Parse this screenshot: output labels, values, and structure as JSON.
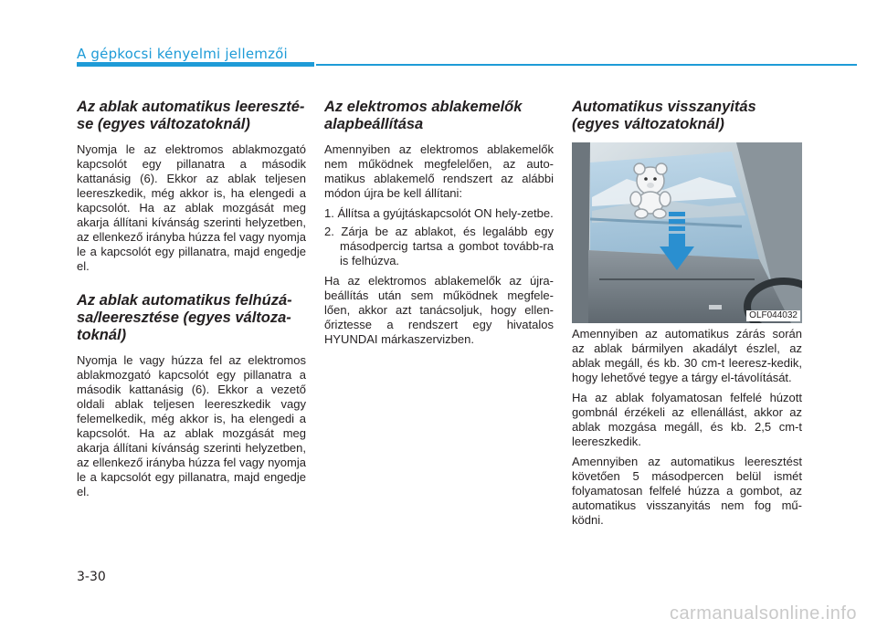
{
  "header": {
    "section_title": "A gépkocsi kényelmi jellemzői"
  },
  "col1": {
    "h1": "Az ablak automatikus leereszté-se (egyes változatoknál)",
    "p1": "Nyomja le az elektromos ablakmozgató kapcsolót egy pillanatra a második kattanásig (6). Ekkor az ablak teljesen leereszkedik, még akkor is, ha elengedi a kapcsolót. Ha az ablak mozgását meg akarja állítani kívánság szerinti helyzetben, az ellenkező irányba húzza fel vagy nyomja le a kapcsolót egy pillanatra, majd engedje el.",
    "h2": "Az ablak automatikus felhúzá-sa/leeresztése (egyes változa-toknál)",
    "p2": "Nyomja le vagy húzza fel az elektromos ablakmozgató kapcsolót egy pillanatra a második kattanásig (6). Ekkor a vezető oldali ablak teljesen leereszkedik vagy felemelkedik, még akkor is, ha elengedi a kapcsolót. Ha az ablak mozgását meg akarja állítani kívánság szerinti helyzetben, az ellenkező irányba húzza fel vagy nyomja le a kapcsolót egy pillanatra, majd engedje el."
  },
  "col2": {
    "h1": "Az elektromos ablakemelők alapbeállítása",
    "p1": "Amennyiben az elektromos ablakemelők nem működnek megfelelően, az auto-matikus ablakemelő rendszert az alábbi módon újra be kell állítani:",
    "steps": [
      "1. Állítsa a gyújtáskapcsolót ON hely-zetbe.",
      "2. Zárja be az ablakot, és legalább egy másodpercig tartsa a gombot tovább-ra is felhúzva."
    ],
    "p2": "Ha az elektromos ablakemelők az újra-beállítás után sem működnek megfele-lően, akkor azt tanácsoljuk, hogy ellen-őriztesse a rendszert egy hivatalos HYUNDAI márkaszervizben."
  },
  "col3": {
    "h1": "Automatikus visszanyitás (egyes változatoknál)",
    "figure_code": "OLF044032",
    "p1": "Amennyiben az automatikus zárás során az ablak bármilyen akadályt észlel, az ablak megáll, és kb. 30 cm-t leeresz-kedik, hogy lehetővé tegye a tárgy el-távolítását.",
    "p2": "Ha az ablak folyamatosan felfelé húzott gombnál érzékeli az ellenállást, akkor az ablak mozgása megáll, és kb. 2,5 cm-t leereszkedik.",
    "p3": "Amennyiben az automatikus leeresztést követően 5 másodpercen belül ismét folyamatosan felfelé húzza a gombot, az automatikus visszanyitás nem fog mű-ködni."
  },
  "footer": {
    "page_number": "3-30",
    "watermark": "carmanualsonline.info"
  },
  "colors": {
    "accent": "#1e9bd7",
    "arrow": "#2a8fd0"
  }
}
